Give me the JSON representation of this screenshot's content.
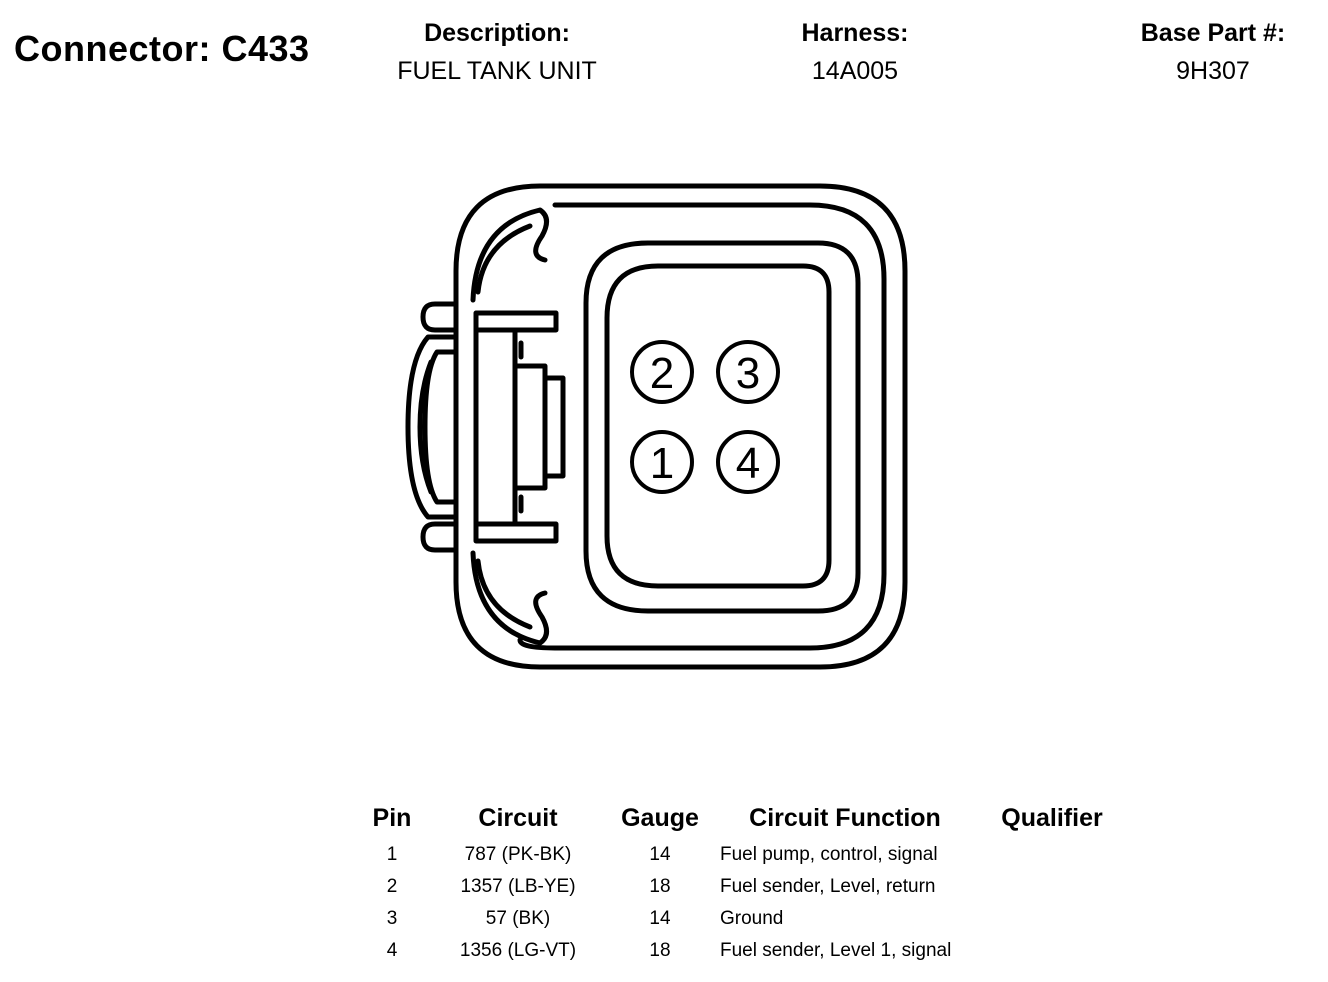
{
  "connector": {
    "title": "Connector: C433",
    "description_label": "Description:",
    "description_value": "FUEL TANK UNIT",
    "harness_label": "Harness:",
    "harness_value": "14A005",
    "base_part_label": "Base Part #:",
    "base_part_value": "9H307"
  },
  "diagram": {
    "pin_labels": [
      "1",
      "2",
      "3",
      "4"
    ],
    "line_color": "#000000",
    "fill_color": "#ffffff"
  },
  "pin_table": {
    "headers": {
      "pin": "Pin",
      "circuit": "Circuit",
      "gauge": "Gauge",
      "function": "Circuit Function",
      "qualifier": "Qualifier"
    },
    "rows": [
      {
        "pin": "1",
        "circuit": "787 (PK-BK)",
        "gauge": "14",
        "function": "Fuel pump, control, signal",
        "qualifier": ""
      },
      {
        "pin": "2",
        "circuit": "1357 (LB-YE)",
        "gauge": "18",
        "function": "Fuel sender, Level, return",
        "qualifier": ""
      },
      {
        "pin": "3",
        "circuit": "57 (BK)",
        "gauge": "14",
        "function": "Ground",
        "qualifier": ""
      },
      {
        "pin": "4",
        "circuit": "1356 (LG-VT)",
        "gauge": "18",
        "function": "Fuel sender, Level 1, signal",
        "qualifier": ""
      }
    ]
  }
}
